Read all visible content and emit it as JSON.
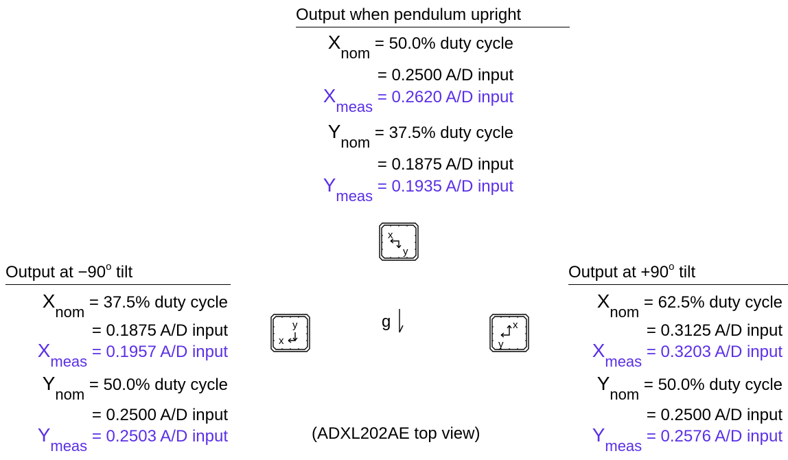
{
  "colors": {
    "measured": "#5a2fe6",
    "text": "#000000"
  },
  "top": {
    "title": "Output when pendulum upright",
    "x_nom_sym": "X",
    "x_nom_sub": "nom",
    "x_nom_val": " = 50.0% duty cycle",
    "x_nom_ad": "= 0.2500 A/D input",
    "x_meas_sym": "X",
    "x_meas_sub": "meas",
    "x_meas_val": " = 0.2620 A/D input",
    "y_nom_sym": "Y",
    "y_nom_sub": "nom",
    "y_nom_val": " = 37.5% duty cycle",
    "y_nom_ad": "= 0.1875 A/D input",
    "y_meas_sym": "Y",
    "y_meas_sub": "meas",
    "y_meas_val": " = 0.1935 A/D input"
  },
  "left": {
    "title_prefix": "Output at −90",
    "title_sup": "o",
    "title_suffix": " tilt",
    "x_nom_sym": "X",
    "x_nom_sub": "nom",
    "x_nom_val": " = 37.5% duty cycle",
    "x_nom_ad": "= 0.1875 A/D input",
    "x_meas_sym": "X",
    "x_meas_sub": "meas",
    "x_meas_val": " = 0.1957 A/D input",
    "y_nom_sym": "Y",
    "y_nom_sub": "nom",
    "y_nom_val": " = 50.0% duty cycle",
    "y_nom_ad": "= 0.2500 A/D input",
    "y_meas_sym": "Y",
    "y_meas_sub": "meas",
    "y_meas_val": " = 0.2503 A/D input"
  },
  "right": {
    "title_prefix": "Output at +90",
    "title_sup": "o",
    "title_suffix": " tilt",
    "x_nom_sym": "X",
    "x_nom_sub": "nom",
    "x_nom_val": " = 62.5% duty cycle",
    "x_nom_ad": "= 0.3125 A/D input",
    "x_meas_sym": "X",
    "x_meas_sub": "meas",
    "x_meas_val": " = 0.3203 A/D input",
    "y_nom_sym": "Y",
    "y_nom_sub": "nom",
    "y_nom_val": " = 50.0% duty cycle",
    "y_nom_ad": "= 0.2500 A/D input",
    "y_meas_sym": "Y",
    "y_meas_sub": "meas",
    "y_meas_val": " = 0.2576 A/D input"
  },
  "chips": {
    "top": {
      "x_label": "x",
      "y_label": "y"
    },
    "left": {
      "x_label": "x",
      "y_label": "y"
    },
    "right": {
      "x_label": "x",
      "y_label": "y"
    }
  },
  "gravity_label": "g",
  "caption": "(ADXL202AE top view)"
}
